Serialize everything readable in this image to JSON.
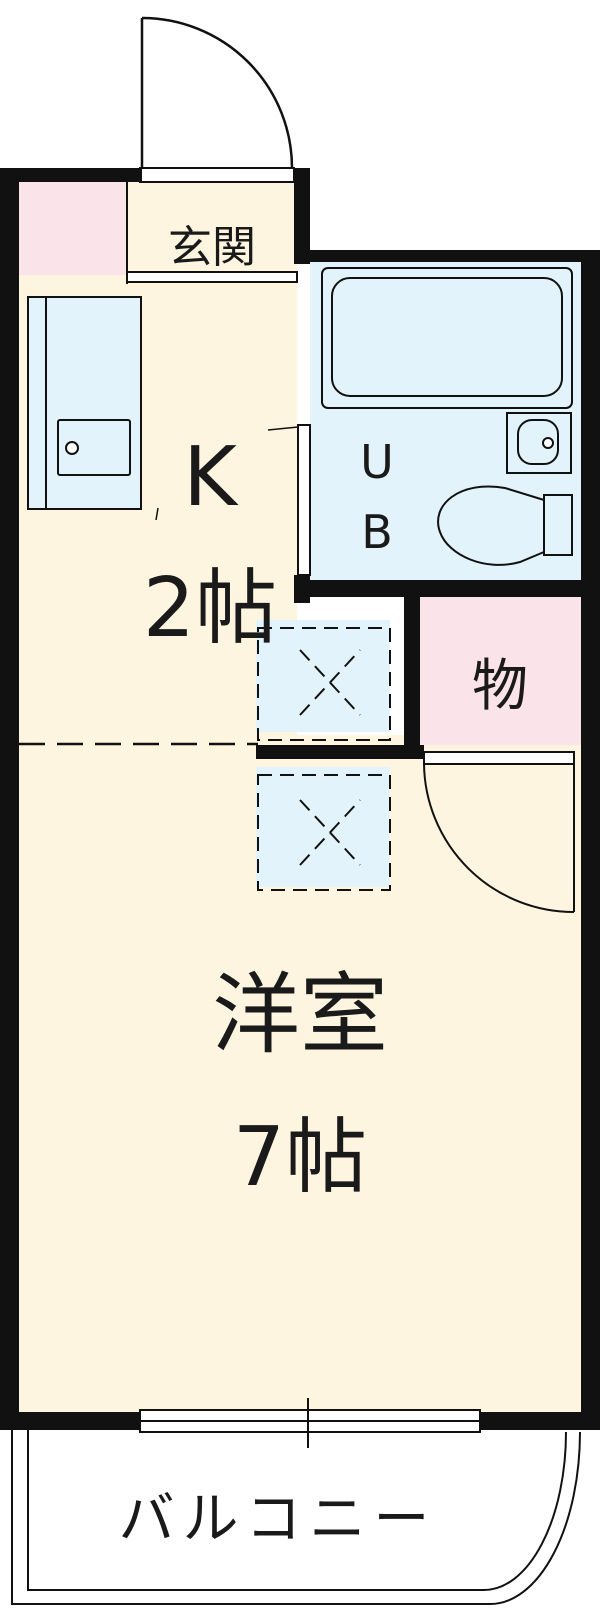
{
  "rooms": {
    "entrance": "玄関",
    "kitchen_letter": "K",
    "kitchen_size": "2帖",
    "bath_u": "U",
    "bath_b": "B",
    "storage": "物",
    "western_room": "洋室",
    "western_size": "7帖",
    "balcony": "バルコニー"
  },
  "colors": {
    "floor": "#fdf5e0",
    "bath": "#e3f3fb",
    "storage": "#fbe3ea",
    "closet_hatch": "#e3f3fb",
    "wall": "#111111"
  }
}
